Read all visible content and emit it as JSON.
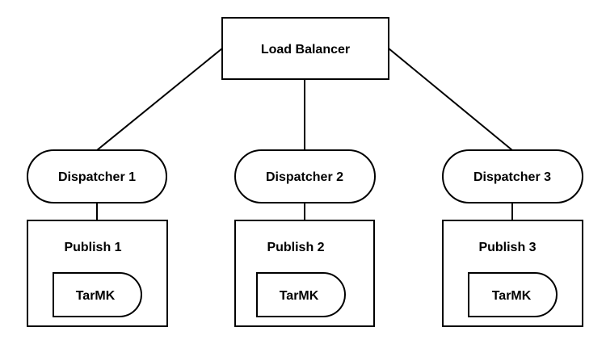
{
  "load_balancer": {
    "label": "Load Balancer"
  },
  "nodes": [
    {
      "dispatcher": "Dispatcher 1",
      "publish": "Publish 1",
      "store": "TarMK"
    },
    {
      "dispatcher": "Dispatcher 2",
      "publish": "Publish 2",
      "store": "TarMK"
    },
    {
      "dispatcher": "Dispatcher 3",
      "publish": "Publish 3",
      "store": "TarMK"
    }
  ],
  "colors": {
    "stroke": "#000000",
    "fill": "#ffffff",
    "text": "#000000"
  }
}
